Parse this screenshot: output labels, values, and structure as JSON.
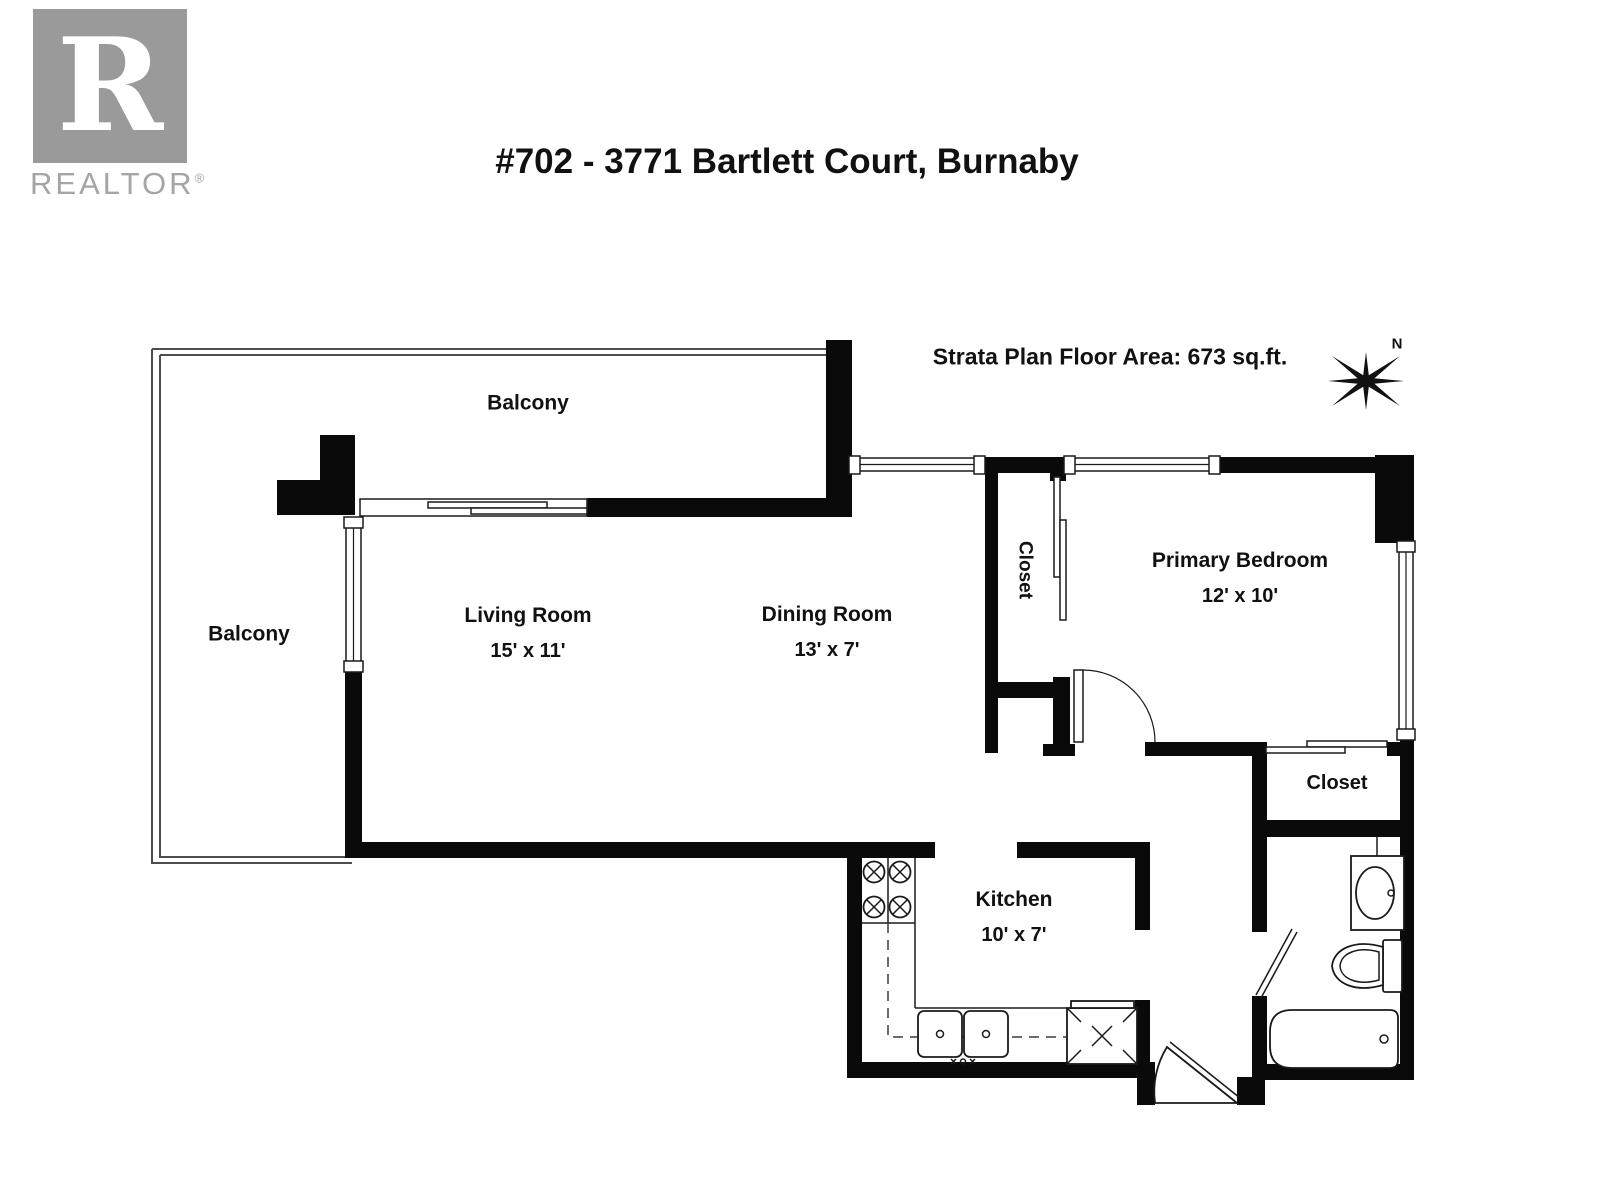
{
  "branding": {
    "logo_letter": "R",
    "wordmark": "REALTOR",
    "registered": "®"
  },
  "header": {
    "title": "#702 - 3771 Bartlett Court, Burnaby"
  },
  "plan": {
    "area_note": "Strata Plan Floor Area: 673 sq.ft.",
    "compass_label": "N",
    "rooms": {
      "balcony_top": {
        "name": "Balcony"
      },
      "balcony_left": {
        "name": "Balcony"
      },
      "living": {
        "name": "Living Room",
        "dims": "15' x 11'"
      },
      "dining": {
        "name": "Dining Room",
        "dims": "13' x 7'"
      },
      "closet_top": {
        "name": "Closet"
      },
      "bedroom": {
        "name": "Primary Bedroom",
        "dims": "12' x 10'"
      },
      "closet_lower": {
        "name": "Closet"
      },
      "kitchen": {
        "name": "Kitchen",
        "dims": "10' x 7'"
      }
    },
    "colors": {
      "wall": "#0a0a0a",
      "railing": "#4d4d4d",
      "line": "#1a1a1a",
      "logo_gray": "#9a9a9a",
      "text": "#111111",
      "background": "#ffffff"
    }
  }
}
